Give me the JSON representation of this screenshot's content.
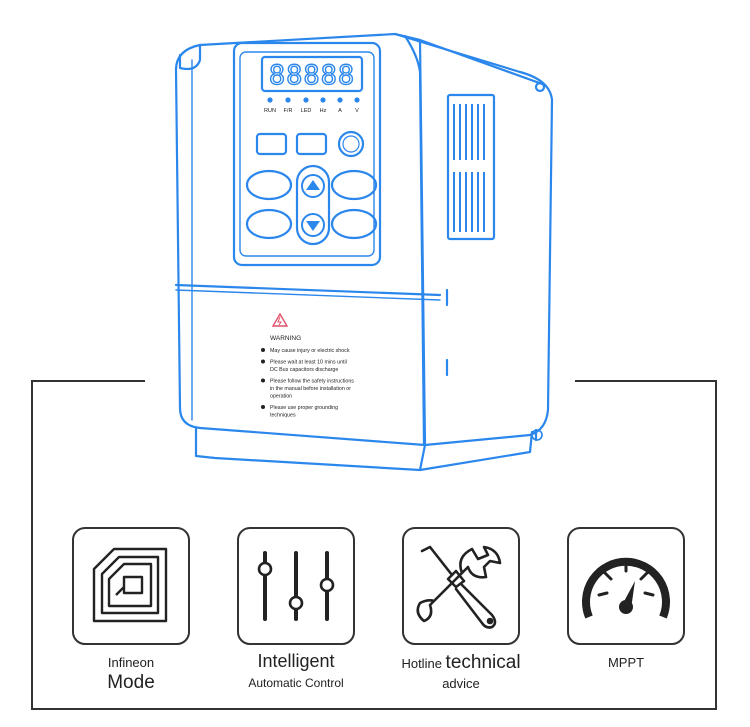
{
  "display": {
    "digits": "88888"
  },
  "indicators": [
    "RUN",
    "F/R",
    "LED",
    "Hz",
    "A",
    "V"
  ],
  "warning_label": {
    "title": "WARNING",
    "lines": [
      [
        "May cause injury or electric shock"
      ],
      [
        "Please wait at least 10 mins until",
        "DC Bus capacitors discharge"
      ],
      [
        "Please follow the safety instructions",
        "in the manual before installation or",
        "operation"
      ],
      [
        "Please use proper grounding",
        "techniques"
      ]
    ]
  },
  "features": [
    {
      "icon": "chip-icon",
      "line1": "Infineon",
      "line2": "Mode"
    },
    {
      "icon": "sliders-icon",
      "line1": "Intelligent",
      "line2": "Automatic Control"
    },
    {
      "icon": "tools-icon",
      "line1_a": "Hotline",
      "line1_b": "technical",
      "line2": "advice"
    },
    {
      "icon": "gauge-icon",
      "line1": "MPPT"
    }
  ],
  "colors": {
    "device_outline": "#2b87ec",
    "frame": "#333333",
    "warning_triangle": "#e0506a"
  }
}
